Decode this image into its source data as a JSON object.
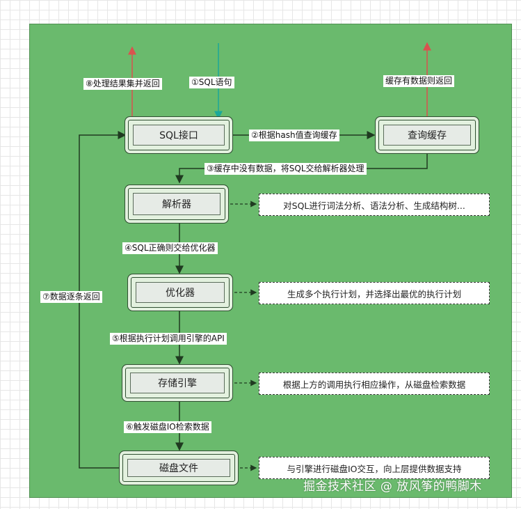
{
  "nodes": {
    "sql_interface": "SQL接口",
    "query_cache": "查询缓存",
    "parser": "解析器",
    "optimizer": "优化器",
    "storage_engine": "存储引擎",
    "disk_file": "磁盘文件"
  },
  "notes": {
    "parser": "对SQL进行词法分析、语法分析、生成结构树...",
    "optimizer": "生成多个执行计划，并选择出最优的执行计划",
    "storage_engine": "根据上方的调用执行相应操作，从磁盘检索数据",
    "disk_file": "与引擎进行磁盘IO交互，向上层提供数据支持"
  },
  "edges": {
    "step1": "①SQL语句",
    "step2": "②根据hash值查询缓存",
    "step3": "③缓存中没有数据，将SQL交给解析器处理",
    "step4": "④SQL正确则交给优化器",
    "step5": "⑤根据执行计划调用引擎的API",
    "step6": "⑥触发磁盘IO检索数据",
    "step7": "⑦数据逐条返回",
    "step8": "⑧处理结果集并返回",
    "cache_hit": "缓存有数据则返回"
  },
  "watermark": "掘金技术社区 @ 放风筝的鸭脚木",
  "colors": {
    "background_panel": "#6aba6d",
    "box_fill": "#e3f1df",
    "return_arrow": "#d9534f",
    "input_arrow": "#1aa89a",
    "flow_arrow": "#1f3a20"
  }
}
